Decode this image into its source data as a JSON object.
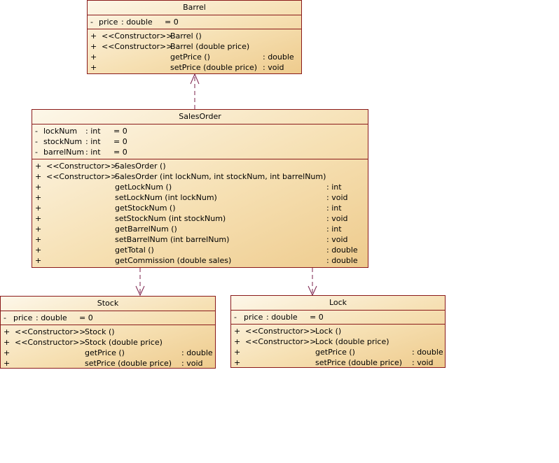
{
  "classes": {
    "barrel": {
      "name": "Barrel",
      "attributes": [
        {
          "vis": "-",
          "name": "price",
          "type": ": double",
          "init": "= 0"
        }
      ],
      "methods": [
        {
          "vis": "+",
          "stereo": "<<Constructor>>",
          "sig": "Barrel ()",
          "ret": ""
        },
        {
          "vis": "+",
          "stereo": "<<Constructor>>",
          "sig": "Barrel (double price)",
          "ret": ""
        },
        {
          "vis": "+",
          "stereo": "",
          "sig": "getPrice ()",
          "ret": ": double"
        },
        {
          "vis": "+",
          "stereo": "",
          "sig": "setPrice (double price)",
          "ret": ": void"
        }
      ]
    },
    "salesorder": {
      "name": "SalesOrder",
      "attributes": [
        {
          "vis": "-",
          "name": "lockNum",
          "type": ": int",
          "init": "= 0"
        },
        {
          "vis": "-",
          "name": "stockNum",
          "type": ": int",
          "init": "= 0"
        },
        {
          "vis": "-",
          "name": "barrelNum",
          "type": ": int",
          "init": "= 0"
        }
      ],
      "methods": [
        {
          "vis": "+",
          "stereo": "<<Constructor>>",
          "sig": "SalesOrder ()",
          "ret": ""
        },
        {
          "vis": "+",
          "stereo": "<<Constructor>>",
          "sig": "SalesOrder (int lockNum, int stockNum, int barrelNum)",
          "ret": ""
        },
        {
          "vis": "+",
          "stereo": "",
          "sig": "getLockNum ()",
          "ret": ": int"
        },
        {
          "vis": "+",
          "stereo": "",
          "sig": "setLockNum (int lockNum)",
          "ret": ": void"
        },
        {
          "vis": "+",
          "stereo": "",
          "sig": "getStockNum ()",
          "ret": ": int"
        },
        {
          "vis": "+",
          "stereo": "",
          "sig": "setStockNum (int stockNum)",
          "ret": ": void"
        },
        {
          "vis": "+",
          "stereo": "",
          "sig": "getBarrelNum ()",
          "ret": ": int"
        },
        {
          "vis": "+",
          "stereo": "",
          "sig": "setBarrelNum (int barrelNum)",
          "ret": ": void"
        },
        {
          "vis": "+",
          "stereo": "",
          "sig": "getTotal ()",
          "ret": ": double"
        },
        {
          "vis": "+",
          "stereo": "",
          "sig": "getCommission (double sales)",
          "ret": ": double"
        }
      ]
    },
    "stock": {
      "name": "Stock",
      "attributes": [
        {
          "vis": "-",
          "name": "price",
          "type": ": double",
          "init": "= 0"
        }
      ],
      "methods": [
        {
          "vis": "+",
          "stereo": "<<Constructor>>",
          "sig": "Stock ()",
          "ret": ""
        },
        {
          "vis": "+",
          "stereo": "<<Constructor>>",
          "sig": "Stock (double price)",
          "ret": ""
        },
        {
          "vis": "+",
          "stereo": "",
          "sig": "getPrice ()",
          "ret": ": double"
        },
        {
          "vis": "+",
          "stereo": "",
          "sig": "setPrice (double price)",
          "ret": ": void"
        }
      ]
    },
    "lock": {
      "name": "Lock",
      "attributes": [
        {
          "vis": "-",
          "name": "price",
          "type": ": double",
          "init": "= 0"
        }
      ],
      "methods": [
        {
          "vis": "+",
          "stereo": "<<Constructor>>",
          "sig": "Lock ()",
          "ret": ""
        },
        {
          "vis": "+",
          "stereo": "<<Constructor>>",
          "sig": "Lock (double price)",
          "ret": ""
        },
        {
          "vis": "+",
          "stereo": "",
          "sig": "getPrice ()",
          "ret": ": double"
        },
        {
          "vis": "+",
          "stereo": "",
          "sig": "setPrice (double price)",
          "ret": ": void"
        }
      ]
    }
  },
  "colors": {
    "border": "#8a1a1a",
    "arrow": "#7a1f4a"
  }
}
